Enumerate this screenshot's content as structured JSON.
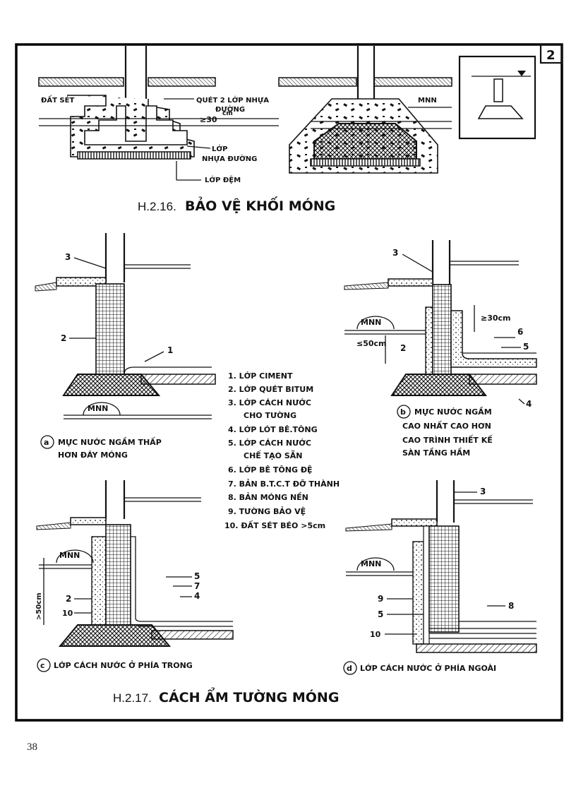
{
  "sheet_number": "2",
  "page_number": "38",
  "fig16": {
    "caption_prefix": "H.2.16.",
    "caption_title": "BẢO VỆ KHỐI MÓNG",
    "label_dat_set": "ĐẤT SÉT",
    "label_quet_top": "QUÉT 2 LỚP NHỰA",
    "label_quet_bottom": "ĐƯỜNG",
    "label_30cm": "≥30",
    "label_30cm_unit": "cm",
    "label_lop_nhua_1": "LỚP",
    "label_lop_nhua_2": "NHỰA ĐƯỜNG",
    "label_lop_dem": "LỚP ĐỆM",
    "label_mnn": "MNN"
  },
  "fig17": {
    "caption_prefix": "H.2.17.",
    "caption_title": "CÁCH ẨM TƯỜNG MÓNG",
    "legend": [
      "1. LỚP CIMENT",
      "2. LỚP QUÉT BITUM",
      "3. LỚP CÁCH NƯỚC",
      "CHO TƯỜNG",
      "4. LỚP LÓT BÊ.TÔNG",
      "5. LỚP CÁCH NƯỚC",
      "CHẾ TẠO SẴN",
      "6. LỚP BÊ TÔNG ĐỆ",
      "7. BẢN B.T.C.T ĐỠ THÀNH",
      "8. BẢN MÓNG NỀN",
      "9. TƯỜNG BẢO VỆ",
      "10. ĐẤT SÉT BÉO >5cm"
    ],
    "a": {
      "letter": "a",
      "caption_1": "MỰC NƯỚC NGẦM THẤP",
      "caption_2": "HƠN ĐÁY MÓNG",
      "mnn": "MNN",
      "n3": "3",
      "n2": "2",
      "n1": "1"
    },
    "b": {
      "letter": "b",
      "caption_1": "MỰC NƯỚC NGẦM",
      "caption_2": "CAO NHẤT CAO HƠN",
      "caption_3": "CAO TRÌNH THIẾT KẾ",
      "caption_4": "SÀN TẦNG HẦM",
      "mnn": "MNN",
      "n3": "3",
      "n30": "≥30cm",
      "n6": "6",
      "n5": "5",
      "n50": "≤50cm",
      "n2": "2",
      "n4": "4"
    },
    "c": {
      "letter": "c",
      "caption": "LỚP CÁCH NƯỚC Ở PHÍA TRONG",
      "mnn": "MNN",
      "n50": ">50cm",
      "n2": "2",
      "n10": "10",
      "n5": "5",
      "n7": "7",
      "n4": "4"
    },
    "d": {
      "letter": "d",
      "caption": "LỚP CÁCH NƯỚC Ở PHÍA NGOÀI",
      "mnn": "MNN",
      "n3": "3",
      "n9": "9",
      "n5": "5",
      "n10": "10",
      "n8": "8"
    }
  }
}
